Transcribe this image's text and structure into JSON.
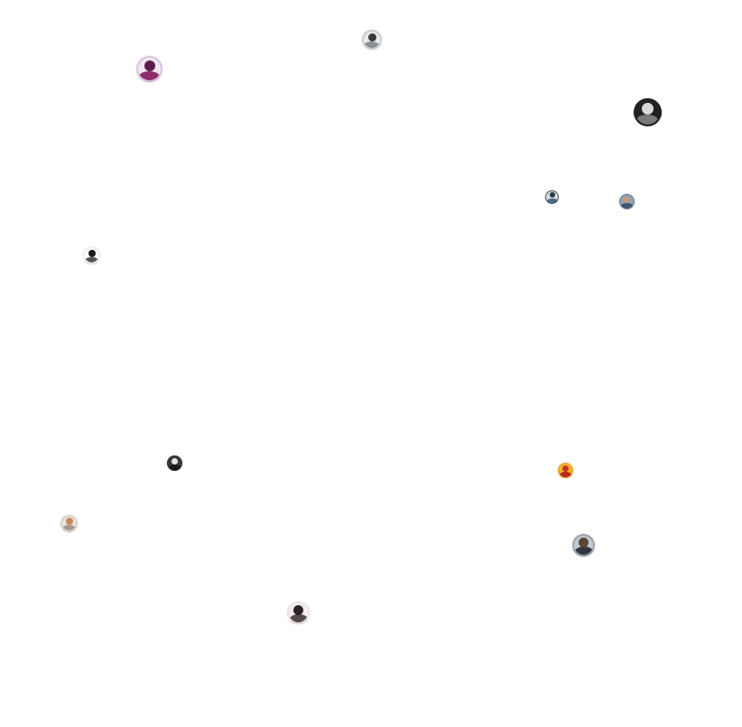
{
  "canvas": {
    "background": "#ffffff"
  },
  "avatars": [
    {
      "id": "av-1",
      "icon": "user-photo-icon",
      "ring": "#c9ccd1",
      "bg": "#e9eaec",
      "head": "#3a3a3a",
      "body": "#8a8f96"
    },
    {
      "id": "av-2",
      "icon": "user-photo-icon",
      "ring": "#d8c3df",
      "bg": "#f1e6f4",
      "head": "#5b1c4a",
      "body": "#8e2e6b"
    },
    {
      "id": "av-3",
      "icon": "user-photo-icon",
      "ring": "#1f1f1f",
      "bg": "#222222",
      "head": "#d9d9d9",
      "body": "#7a7a7a"
    },
    {
      "id": "av-4",
      "icon": "user-photo-icon",
      "ring": "#3d4a5a",
      "bg": "#d7dce2",
      "head": "#2e3640",
      "body": "#4d6a86"
    },
    {
      "id": "av-5",
      "icon": "user-photo-icon",
      "ring": "#6b7f94",
      "bg": "#8ea3b6",
      "head": "#c69a77",
      "body": "#3f5872"
    },
    {
      "id": "av-6",
      "icon": "user-photo-icon",
      "ring": "#f0f0f0",
      "bg": "#ffffff",
      "head": "#1c1c1c",
      "body": "#555555"
    },
    {
      "id": "av-7",
      "icon": "user-photo-icon",
      "ring": "#2c2c2c",
      "bg": "#3a3a3a",
      "head": "#e6e6e6",
      "body": "#1a1a1a"
    },
    {
      "id": "av-8",
      "icon": "user-photo-icon",
      "ring": "#e8a21a",
      "bg": "#f2b32c",
      "head": "#c9301f",
      "body": "#b5281a"
    },
    {
      "id": "av-9",
      "icon": "user-photo-icon",
      "ring": "#d7d2cc",
      "bg": "#e9e4de",
      "head": "#c7865f",
      "body": "#a5988c"
    },
    {
      "id": "av-10",
      "icon": "user-photo-icon",
      "ring": "#9aa2ab",
      "bg": "#c3cad1",
      "head": "#5b4636",
      "body": "#2f3540"
    },
    {
      "id": "av-11",
      "icon": "user-photo-icon",
      "ring": "#efe2e2",
      "bg": "#f6eeee",
      "head": "#2a2424",
      "body": "#544b4b"
    }
  ]
}
